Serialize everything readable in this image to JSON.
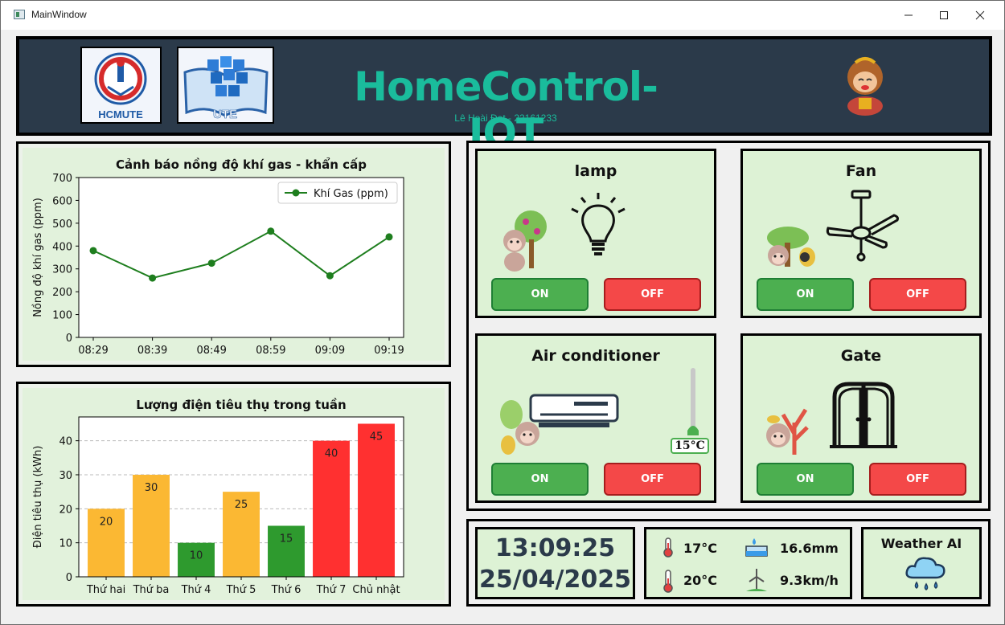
{
  "window": {
    "title": "MainWindow"
  },
  "header": {
    "logo_left_text": "HCMUTE",
    "logo_right_text": "UTE",
    "title": "HomeControl-IOT",
    "subtitle": "Lê Hoài  Đạt - 22161233"
  },
  "devices": [
    {
      "title": "lamp",
      "icon": "lightbulb-icon",
      "on_label": "ON",
      "off_label": "OFF"
    },
    {
      "title": "Fan",
      "icon": "ceiling-fan-icon",
      "on_label": "ON",
      "off_label": "OFF"
    },
    {
      "title": "Air conditioner",
      "icon": "air-conditioner-icon",
      "on_label": "ON",
      "off_label": "OFF",
      "temperature": "15°C"
    },
    {
      "title": "Gate",
      "icon": "gate-icon",
      "on_label": "ON",
      "off_label": "OFF"
    }
  ],
  "clock": {
    "time": "13:09:25",
    "date": "25/04/2025"
  },
  "weather": {
    "temp_high": "17°C",
    "temp_low": "20°C",
    "rain": "16.6mm",
    "wind": "9.3km/h"
  },
  "weather_ai": {
    "label": "Weather AI"
  },
  "colors": {
    "header_bg": "#2b3a4a",
    "accent": "#1abc9c",
    "on_green": "#4caf50",
    "off_red": "#f44848",
    "card_bg": "#ddf2d5"
  },
  "chart_data": [
    {
      "type": "line",
      "title": "Cảnh báo nồng độ khí gas - khẩn cấp",
      "xlabel": "",
      "ylabel": "Nồng độ khí gas (ppm)",
      "x": [
        "08:29",
        "08:39",
        "08:49",
        "08:59",
        "09:09",
        "09:19"
      ],
      "series": [
        {
          "name": "Khí Gas (ppm)",
          "values": [
            380,
            260,
            325,
            465,
            270,
            440
          ],
          "color": "#1e7e1e"
        }
      ],
      "ylim": [
        0,
        700
      ],
      "yticks": [
        0,
        100,
        200,
        300,
        400,
        500,
        600,
        700
      ],
      "legend": "top-right",
      "grid": false
    },
    {
      "type": "bar",
      "title": "Lượng điện tiêu thụ trong tuần",
      "xlabel": "",
      "ylabel": "Điện tiêu thụ (kWh)",
      "categories": [
        "Thứ hai",
        "Thứ ba",
        "Thứ 4",
        "Thứ 5",
        "Thứ 6",
        "Thứ 7",
        "Chủ nhật"
      ],
      "values": [
        20,
        30,
        10,
        25,
        15,
        40,
        45
      ],
      "colors": [
        "#fbb833",
        "#fbb833",
        "#2e9a2e",
        "#fbb833",
        "#2e9a2e",
        "#ff3030",
        "#ff3030"
      ],
      "ylim": [
        0,
        47
      ],
      "yticks": [
        0,
        10,
        20,
        30,
        40
      ],
      "grid": true
    }
  ]
}
